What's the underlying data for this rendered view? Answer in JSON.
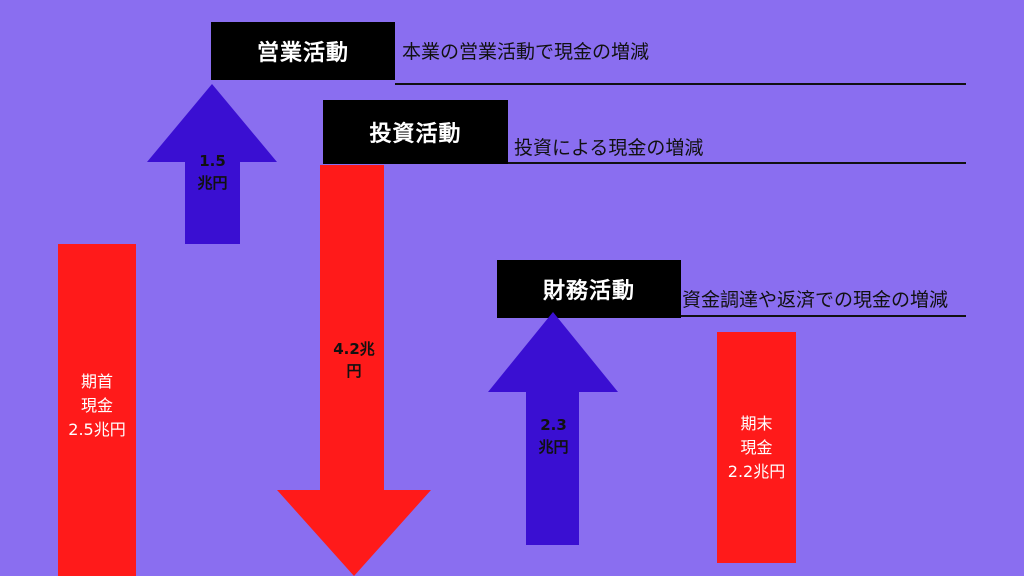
{
  "colors": {
    "background": "#8a6ef0",
    "inflow": "#3a0fd2",
    "outflow": "#ff1a1a",
    "label_box": "#000000"
  },
  "opening_cash": {
    "line1": "期首",
    "line2": "現金",
    "amount": "2.5兆円"
  },
  "operating": {
    "title": "営業活動",
    "description": "本業の営業活動で現金の増減",
    "amount_line1": "1.5",
    "amount_line2": "兆円",
    "direction": "up"
  },
  "investing": {
    "title": "投資活動",
    "description": "投資による現金の増減",
    "amount_line1": "4.2兆",
    "amount_line2": "円",
    "direction": "down"
  },
  "financing": {
    "title": "財務活動",
    "description": "資金調達や返済での現金の増減",
    "amount_line1": "2.3",
    "amount_line2": "兆円",
    "direction": "up"
  },
  "closing_cash": {
    "line1": "期末",
    "line2": "現金",
    "amount": "2.2兆円"
  }
}
